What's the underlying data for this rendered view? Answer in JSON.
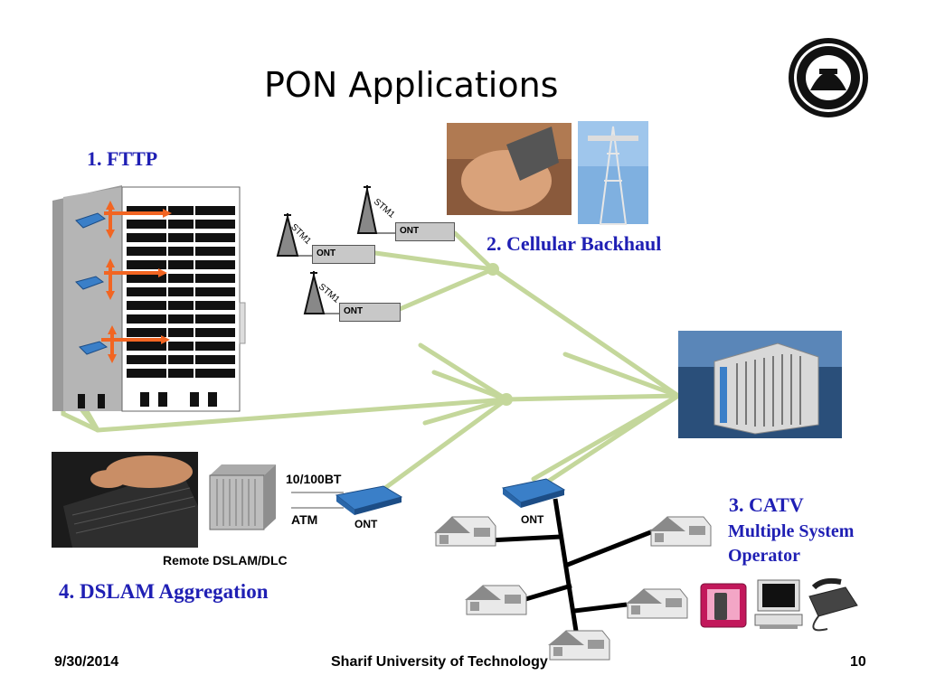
{
  "slide": {
    "title": "PON Applications",
    "logo_name": "sharif-university-logo"
  },
  "labels": {
    "fttp": "1. FTTP",
    "cellular_backhaul": "2. Cellular Backhaul",
    "catv": "3. CATV",
    "catv_line2": "Multiple System",
    "catv_line3": "Operator",
    "dslam_aggregation": "4. DSLAM Aggregation",
    "remote_dslam": "Remote DSLAM/DLC",
    "ethernet": "10/100BT",
    "atm": "ATM",
    "ont": "ONT",
    "stm1": "STM1"
  },
  "footer": {
    "date": "9/30/2014",
    "organization": "Sharif University of Technology",
    "page_number": "10"
  },
  "colors": {
    "fiber": "#c4d79b",
    "label_blue": "#1f1fb4",
    "arrow_orange": "#f26522",
    "ont_gray": "#c8c8c8"
  },
  "icons": [
    "cell-tower-icon",
    "ont-device-icon",
    "house-icon",
    "olt-chassis-icon",
    "phone-icon",
    "computer-icon",
    "tv-icon",
    "building-icon"
  ]
}
